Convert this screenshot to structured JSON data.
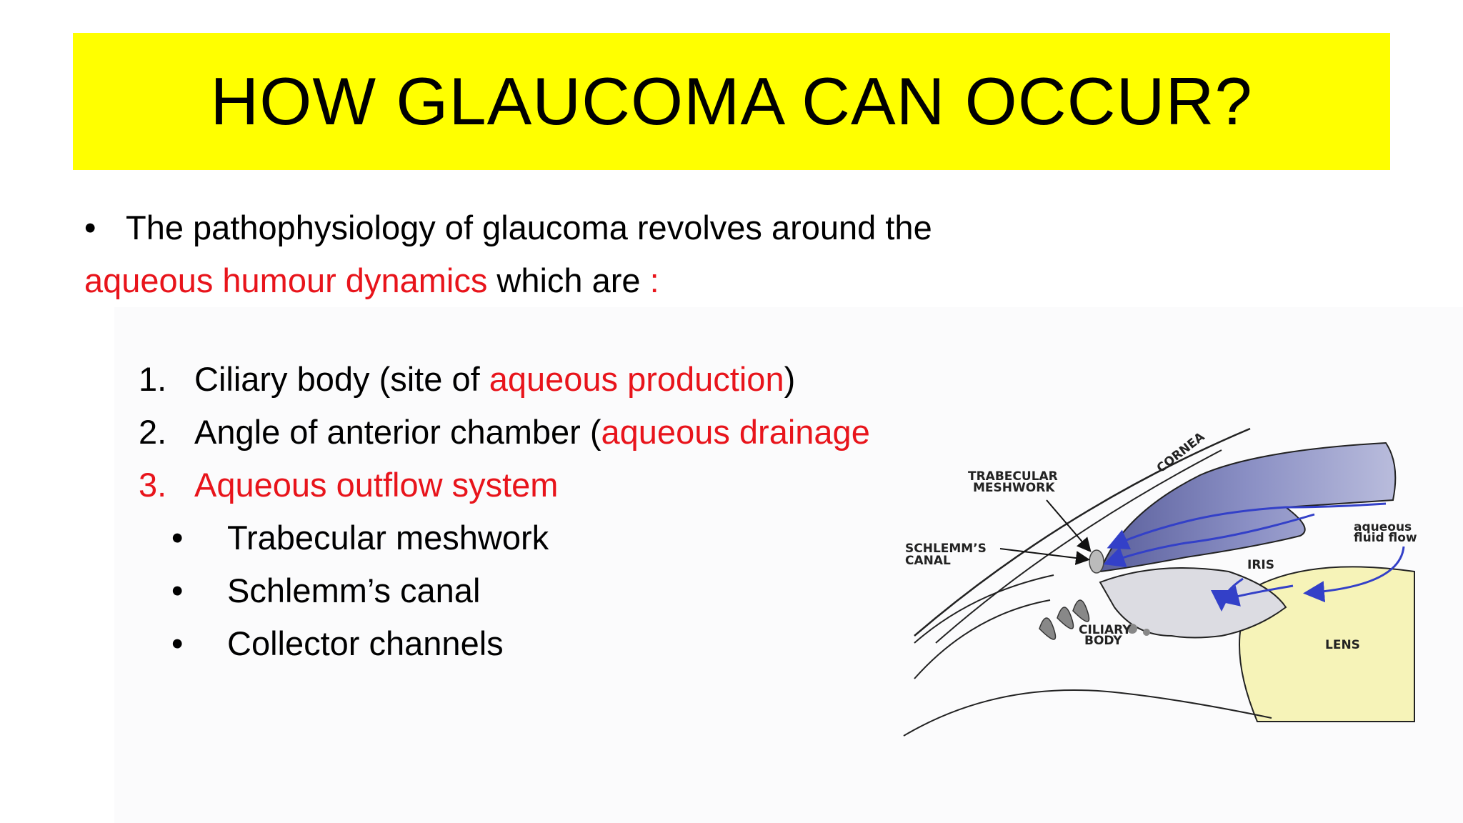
{
  "slide": {
    "title": "HOW GLAUCOMA CAN OCCUR?",
    "intro": {
      "bullet": "•",
      "text_1": "The pathophysiology of glaucoma revolves around the",
      "highlight": "aqueous humour dynamics",
      "text_2": " which are ",
      "colon": ":"
    },
    "list": [
      {
        "marker": "1.",
        "text": "Ciliary body (site of ",
        "highlight": "aqueous production",
        "close": ")"
      },
      {
        "marker": "2.",
        "text": "Angle of anterior chamber (",
        "highlight": "aqueous drainage"
      },
      {
        "marker": "3.",
        "text": "Aqueous outflow system"
      }
    ],
    "sub_list": [
      {
        "marker": "•",
        "text": "Trabecular meshwork"
      },
      {
        "marker": "•",
        "text": "Schlemm’s canal"
      },
      {
        "marker": "•",
        "text": "Collector channels"
      }
    ]
  },
  "figure": {
    "labels": {
      "trabecular_1": "TRABECULAR",
      "trabecular_2": "MESHWORK",
      "schlemm_1": "SCHLEMM’S",
      "schlemm_2": "CANAL",
      "cornea": "CORNEA",
      "iris": "IRIS",
      "ciliary_1": "CILIARY",
      "ciliary_2": "BODY",
      "lens": "LENS",
      "flow_1": "aqueous",
      "flow_2": "fluid flow"
    }
  },
  "colors": {
    "title_bg": "#ffff00",
    "highlight": "#e8141b",
    "iris": "#7b80b8",
    "lens": "#f6f3b8",
    "arrow": "#3340c8"
  }
}
